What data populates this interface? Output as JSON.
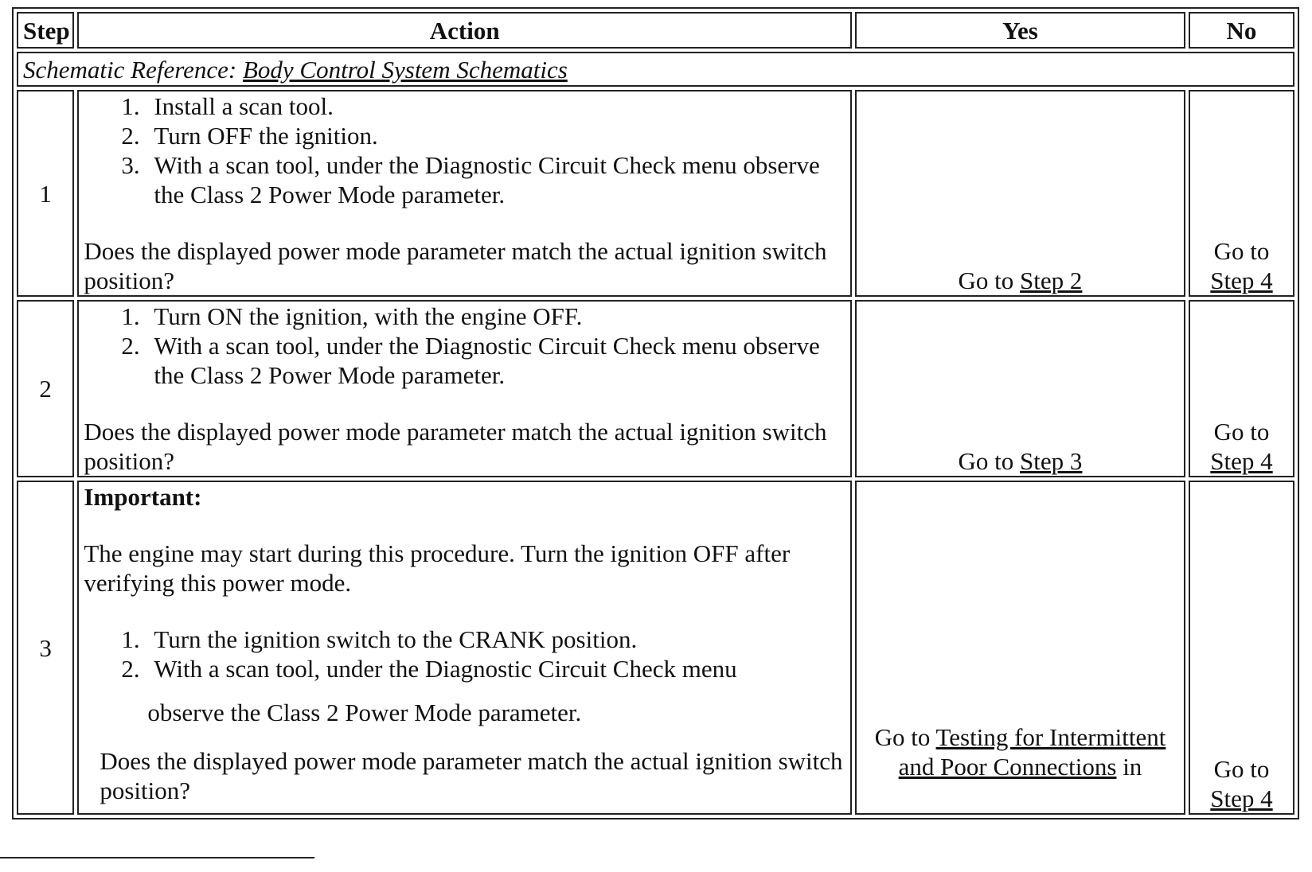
{
  "header": {
    "step": "Step",
    "action": "Action",
    "yes": "Yes",
    "no": "No"
  },
  "reference": {
    "prefix": "Schematic Reference: ",
    "link": "Body Control System Schematics"
  },
  "rows": [
    {
      "step": "1",
      "steps": [
        "Install a scan tool.",
        "Turn OFF the ignition.",
        "With a scan tool, under the Diagnostic Circuit Check menu observe the Class 2 Power Mode parameter."
      ],
      "question": "Does the displayed power mode parameter match the actual ignition switch position?",
      "yes_prefix": "Go to ",
      "yes_link": "Step 2",
      "no_prefix": "Go to",
      "no_link": "Step 4"
    },
    {
      "step": "2",
      "steps": [
        "Turn ON the ignition, with the engine OFF.",
        "With a scan tool, under the Diagnostic Circuit Check menu observe the Class 2 Power Mode parameter."
      ],
      "question": "Does the displayed power mode parameter match the actual ignition switch position?",
      "yes_prefix": "Go to ",
      "yes_link": "Step 3",
      "no_prefix": "Go to",
      "no_link": "Step 4"
    },
    {
      "step": "3",
      "important": "Important:",
      "note": "The engine may start during this procedure. Turn the ignition OFF after verifying this power mode.",
      "steps": [
        "Turn the ignition switch to the CRANK position.",
        "With a scan tool, under the Diagnostic Circuit Check menu"
      ],
      "continuation": "observe the Class 2 Power Mode parameter.",
      "question": "Does the displayed power mode parameter match the actual ignition switch position?",
      "yes_prefix": "Go to ",
      "yes_link": "Testing for Intermittent and Poor Connections",
      "yes_suffix": " in",
      "no_prefix": "Go to",
      "no_link": "Step 4"
    }
  ]
}
